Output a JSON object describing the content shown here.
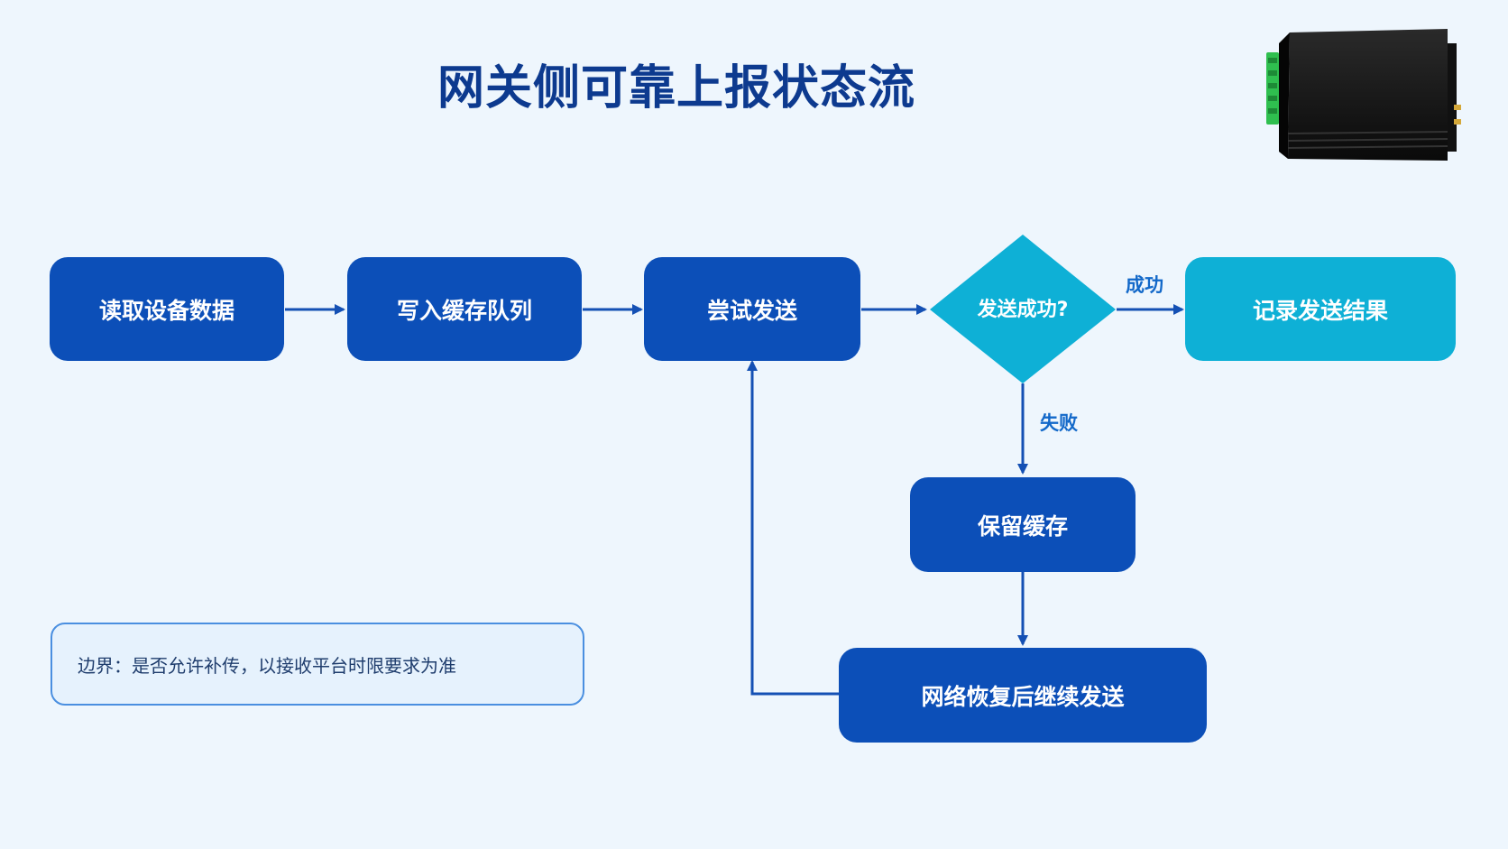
{
  "title": "网关侧可靠上报状态流",
  "nodes": {
    "read": "读取设备数据",
    "write_cache": "写入缓存队列",
    "try_send": "尝试发送",
    "decision": "发送成功?",
    "record": "记录发送结果",
    "keep_cache": "保留缓存",
    "resume": "网络恢复后继续发送"
  },
  "edge_labels": {
    "success": "成功",
    "fail": "失败"
  },
  "note": "边界：是否允许补传，以接收平台时限要求为准",
  "colors": {
    "primary_box": "#0c4fb8",
    "accent_box": "#0eb0d6",
    "title": "#0d3a8f",
    "background": "#eef6fd"
  },
  "icons": {
    "device": "industrial-gateway-device-icon"
  }
}
